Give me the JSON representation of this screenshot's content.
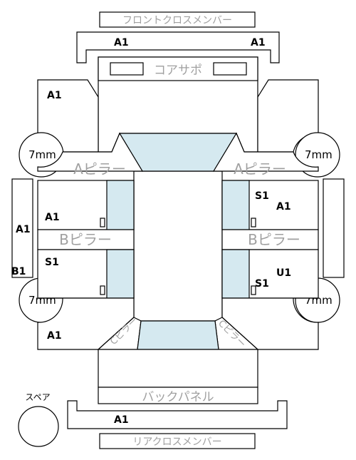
{
  "parts": {
    "front_cross_member": "フロントクロスメンバー",
    "core_support": "コアサポ",
    "a_pillar_left": "Aピラー",
    "a_pillar_right": "Aピラー",
    "b_pillar_left": "Bピラー",
    "b_pillar_right": "Bピラー",
    "c_pillar_left": "Cピラー",
    "c_pillar_right": "Cピラー",
    "back_panel": "バックパネル",
    "rear_cross_member": "リアクロスメンバー",
    "spare": "スペア"
  },
  "tires": {
    "front_left": "7mm",
    "front_right": "7mm",
    "rear_left": "7mm",
    "rear_right": "7mm"
  },
  "codes": {
    "front_member_left": "A1",
    "front_member_right": "A1",
    "front_fender_left": "A1",
    "front_door_left": "A1",
    "rocker_left_a": "A1",
    "rocker_left_b": "B1",
    "rear_door_left": "S1",
    "rear_fender_left": "A1",
    "front_door_right_s": "S1",
    "front_door_right_a": "A1",
    "rear_door_right_u": "U1",
    "rear_door_right_s": "S1",
    "rear_bumper": "A1"
  }
}
